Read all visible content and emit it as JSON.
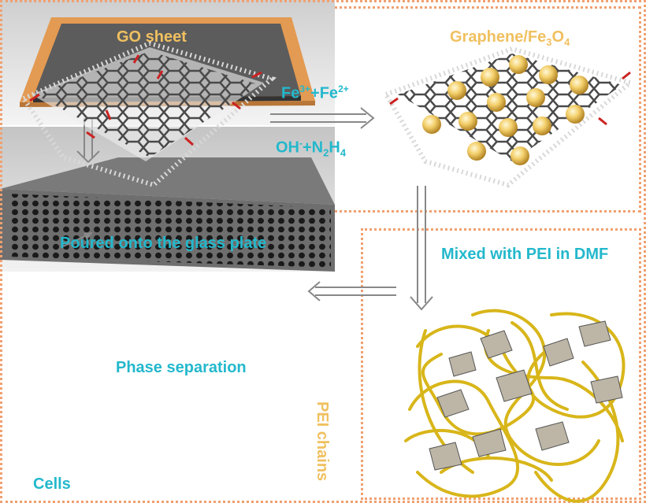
{
  "labels": {
    "go_sheet": "GO sheet",
    "graphene_prefix": "Graphene/Fe",
    "graphene_sub1": "3",
    "graphene_o": "O",
    "graphene_sub2": "4",
    "fe_1": "Fe",
    "fe_1_sup": "3+",
    "plus_1": "+Fe",
    "fe_2_sup": "2+",
    "oh": "OH",
    "oh_sup": "-",
    "plus_n": "+N",
    "n_sub": "2",
    "h": "H",
    "h_sub": "4",
    "mixed": "Mixed with PEI in DMF",
    "poured": "Poured onto the glass plate",
    "phase": "Phase separation",
    "cells": "Cells",
    "pei_chains": "PEI chains"
  },
  "colors": {
    "border": "#f0a070",
    "gold_label": "#f0c060",
    "teal_label": "#23b8cc",
    "arrow": "#888888",
    "nanoparticle": "#f3cf6a",
    "pei_chain": "#d8b61a",
    "glass_plate": "#e39a52",
    "membrane": "#555555",
    "panel_bg": "#d9d9d9"
  }
}
